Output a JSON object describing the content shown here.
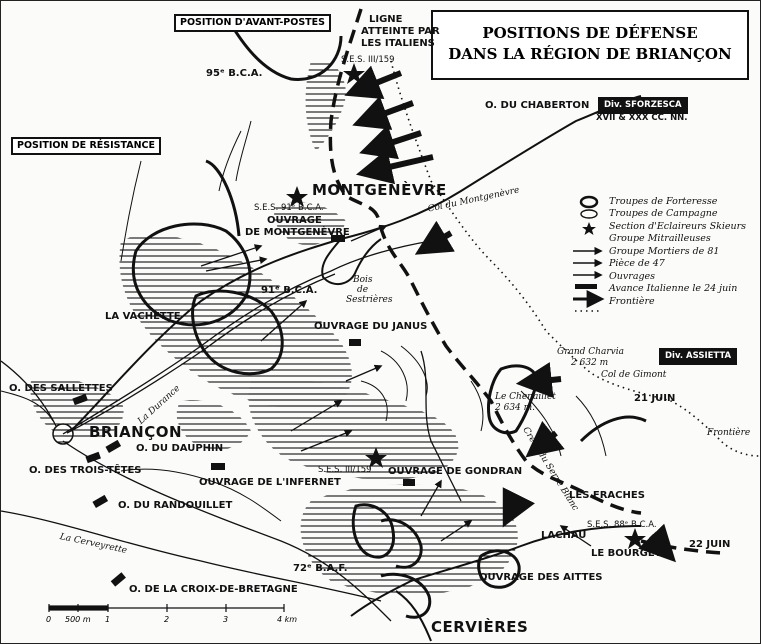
{
  "title": {
    "line1": "POSITIONS DE DÉFENSE",
    "line2": "DANS LA RÉGION DE BRIANÇON"
  },
  "boxes": {
    "avant_postes": "POSITION D'AVANT-POSTES",
    "resistance": "POSITION DE RÉSISTANCE",
    "sforzesca": "Div. SFORZESCA",
    "assietta": "Div. ASSIETTA"
  },
  "labels": {
    "ligne": [
      "LIGNE",
      "ATTEINTE PAR",
      "LES ITALIENS"
    ],
    "ses_3_159_top": "S.E.S. III/159",
    "bca_95": "95ᵉ B.C.A.",
    "o_chaberton": "O. DU CHABERTON",
    "cc_nn": "XVII & XXX CC. NN.",
    "montgenevre": "MONTGENÈVRE",
    "ses_91": "S.E.S. 91ᵉ B.C.A.",
    "ouvrage_montgenevre": [
      "OUVRAGE",
      "DE MONTGENÈVRE"
    ],
    "col_montgenevre": "Col du Montgenèvre",
    "bois_sestrieres": [
      "Bois",
      "de",
      "Sestrières"
    ],
    "bca_91": "91ᵉ B.C.A.",
    "la_vachette": "LA VACHETTE",
    "ouvrage_janus": "OUVRAGE DU JANUS",
    "grand_charvia": [
      "Grand Charvia",
      "2 632 m"
    ],
    "col_gimont": "Col de Gimont",
    "juin_21": "21 JUIN",
    "chenaillet": [
      "Le Chenaillet",
      "2 634 m."
    ],
    "crete_serre_blanc": "Crête du Serre Blanc",
    "frontiere_txt": "Frontière",
    "o_sallettes": "O. DES SALLETTES",
    "la_durance": "La Durance",
    "briancon": "BRIANÇON",
    "o_dauphin": "O. DU DAUPHIN",
    "o_trois_tetes": "O. DES TROIS-TÊTES",
    "ouvrage_infernet": "OUVRAGE DE L'INFERNET",
    "ses_3_159_bot": "S.E.S. III/159",
    "ouvrage_gondran": "OUVRAGE DE GONDRAN",
    "o_randouillet": "O. DU RANDOUILLET",
    "les_fraches": "LES FRACHES",
    "ses_88": "S.E.S. 88ᵉ B.C.A.",
    "lachau": "LACHAU",
    "le_bourget": "LE BOURGET",
    "juin_22": "22 JUIN",
    "la_cerveyrette": "La Cerveyrette",
    "baf_72": "72ᵉ B.A.F.",
    "ouvrage_aittes": "OUVRAGE DES AITTES",
    "o_croix_bretagne": "O. DE LA CROIX-DE-BRETAGNE",
    "cervieres": "CERVIÈRES"
  },
  "legend": [
    {
      "icon": "troupes-forteresse-icon",
      "text": "Troupes de Forteresse"
    },
    {
      "icon": "troupes-campagne-icon",
      "text": "Troupes de Campagne"
    },
    {
      "icon": "section-eclaireurs-icon",
      "text": "Section d'Eclaireurs Skieurs"
    },
    {
      "icon": "groupe-mitrailleuses-icon",
      "text": "Groupe Mitrailleuses"
    },
    {
      "icon": "groupe-mortiers-icon",
      "text": "Groupe Mortiers de 81"
    },
    {
      "icon": "piece-47-icon",
      "text": "Pièce de 47"
    },
    {
      "icon": "ouvrages-icon",
      "text": "Ouvrages"
    },
    {
      "icon": "avance-italienne-icon",
      "text": "Avance Italienne le 24 juin"
    },
    {
      "icon": "frontiere-icon",
      "text": "Frontière"
    }
  ],
  "scale": {
    "ticks": [
      "0",
      "500 m",
      "1",
      "2",
      "3",
      "4 km"
    ]
  },
  "colors": {
    "ink": "#111111",
    "paper": "#fbfbfa"
  }
}
